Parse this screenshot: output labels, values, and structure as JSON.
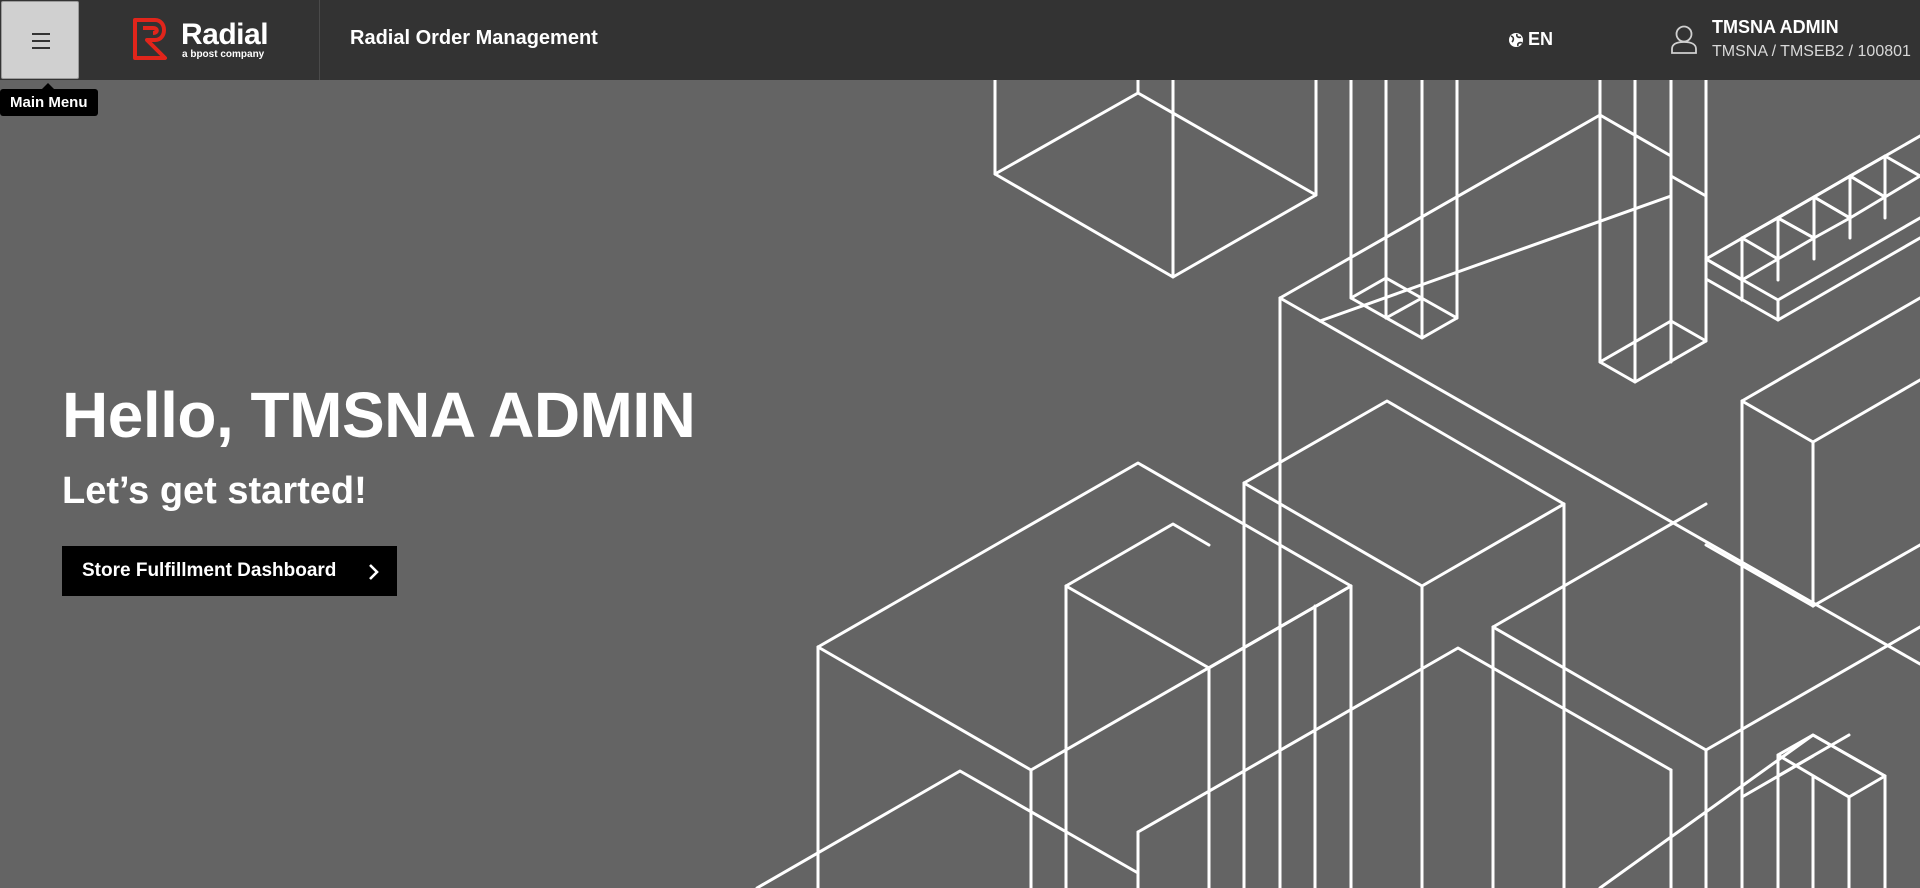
{
  "header": {
    "menu_tooltip": "Main Menu",
    "logo": {
      "name": "Radial",
      "tagline": "a bpost company",
      "brand_color": "#E1251B"
    },
    "app_title": "Radial Order Management",
    "language": {
      "icon": "globe-icon",
      "label": "EN"
    },
    "user": {
      "icon": "user-icon",
      "name": "TMSNA ADMIN",
      "org": "TMSNA / TMSEB2 / 100801"
    }
  },
  "hero": {
    "greeting": "Hello, TMSNA ADMIN",
    "subtitle": "Let’s get started!",
    "cta_label": "Store Fulfillment Dashboard",
    "cta_icon": "chevron-right-icon"
  },
  "colors": {
    "header_bg": "#333333",
    "page_bg": "#646464",
    "cta_bg": "#000000",
    "line_art": "#FFFFFF"
  }
}
